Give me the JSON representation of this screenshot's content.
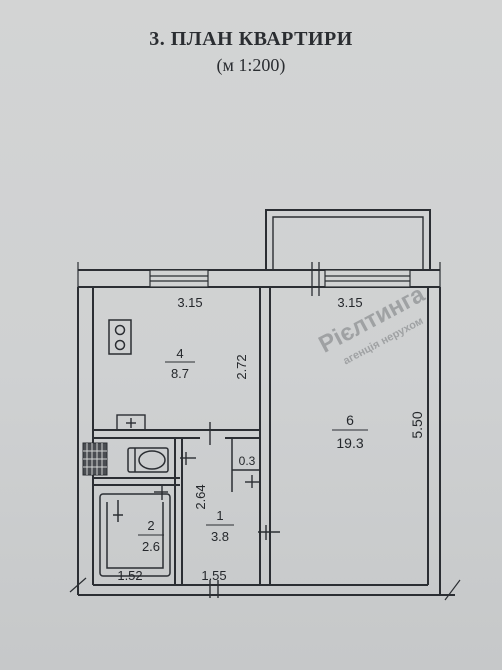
{
  "header": {
    "title": "3. ПЛАН КВАРТИРИ",
    "scale": "(м 1:200)"
  },
  "rooms": [
    {
      "number": "4",
      "area": "8.7"
    },
    {
      "number": "6",
      "area": "19.3"
    },
    {
      "number": "2",
      "area": "2.6"
    },
    {
      "number": "1",
      "area": "3.8"
    }
  ],
  "dimensions": {
    "kitchen_width": "3.15",
    "living_width": "3.15",
    "kitchen_depth": "2.72",
    "living_depth": "5.50",
    "hall_depth": "2.64",
    "closet_width": "0.3",
    "bath_width": "1.52",
    "hall_width": "1.55"
  },
  "watermark": {
    "line1": "Рієлтинга",
    "line2": "агенція нерухом",
    "color": "#6a7fa8"
  },
  "colors": {
    "wall": "#2b2e33",
    "paper": "#d1d3d3"
  }
}
